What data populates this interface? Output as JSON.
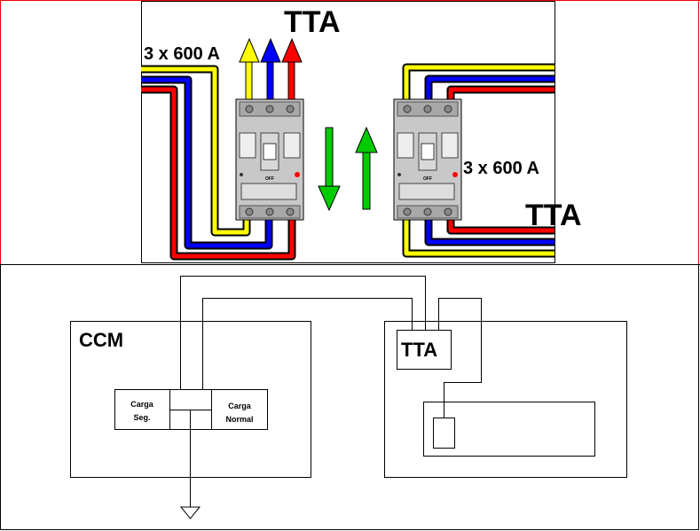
{
  "top_panel": {
    "title_left": "TTA",
    "title_right": "TTA",
    "rating_left": "3 x 600 A",
    "rating_right": "3 x 600 A",
    "phase_colors": [
      "#ffff00",
      "#0000ff",
      "#ff0000"
    ],
    "arrow_color": "#00cc00",
    "breaker_left_label": "OFF",
    "breaker_right_label": "OFF"
  },
  "bottom_panel": {
    "ccm_label": "CCM",
    "tta_label": "TTA",
    "load_safe": [
      "Carga",
      "Seg."
    ],
    "load_normal": [
      "Carga",
      "Normal"
    ]
  }
}
